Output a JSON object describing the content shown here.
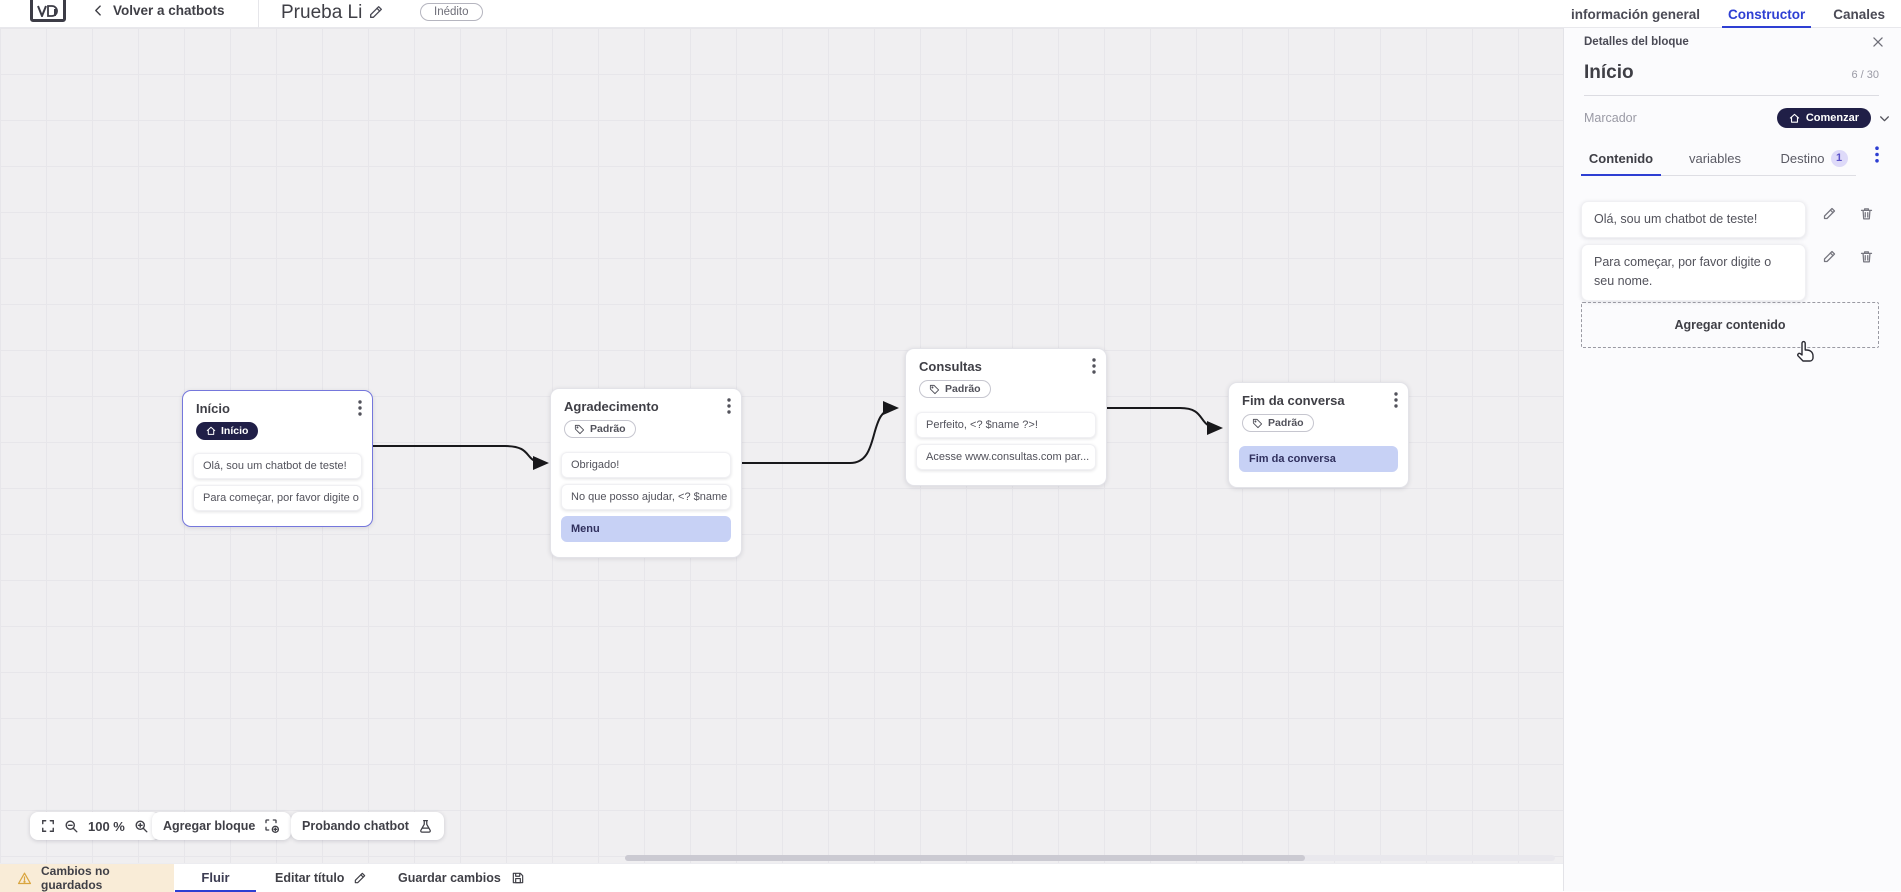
{
  "topbar": {
    "back_label": "Volver a chatbots",
    "flow_title": "Prueba Li",
    "status_badge": "Inédito",
    "tabs": {
      "general": "información general",
      "builder": "Constructor",
      "channels": "Canales"
    }
  },
  "canvas": {
    "zoom_level": "100 %",
    "add_block_label": "Agregar bloque",
    "test_chatbot_label": "Probando chatbot",
    "nodes": [
      {
        "title": "Início",
        "badge": "Início",
        "badge_variant": "start",
        "selected": true,
        "rows": [
          {
            "text": "Olá, sou um chatbot de teste!"
          },
          {
            "text": "Para começar, por favor digite o ..."
          }
        ]
      },
      {
        "title": "Agradecimento",
        "badge": "Padrão",
        "badge_variant": "default",
        "rows": [
          {
            "text": "Obrigado!"
          },
          {
            "text": "No que posso ajudar, <? $name ..."
          },
          {
            "text": "Menu",
            "highlight": true
          }
        ]
      },
      {
        "title": "Consultas",
        "badge": "Padrão",
        "badge_variant": "default",
        "rows": [
          {
            "text": "Perfeito, <? $name ?>!"
          },
          {
            "text": "Acesse www.consultas.com par..."
          }
        ]
      },
      {
        "title": "Fim da conversa",
        "badge": "Padrão",
        "badge_variant": "default",
        "rows": [
          {
            "text": "Fim da conversa",
            "highlight": true
          }
        ]
      }
    ]
  },
  "panel": {
    "header": "Detalles del bloque",
    "block_name": "Início",
    "char_counter": "6 / 30",
    "marker_label": "Marcador",
    "marker_value": "Comenzar",
    "tabs": {
      "content": "Contenido",
      "variables": "variables",
      "destination": "Destino",
      "destination_badge": "1"
    },
    "contents": [
      "Olá, sou um chatbot de teste!",
      "Para começar, por favor digite o seu nome."
    ],
    "add_content_label": "Agregar contenido"
  },
  "statusbar": {
    "unsaved_label": "Cambios no guardados",
    "flow_tab": "Fluir",
    "edit_title_label": "Editar título",
    "save_label": "Guardar cambios"
  },
  "colors": {
    "accent_blue": "#2e3fd3",
    "dark_pill": "#201f47",
    "highlight_row": "#c7d1f5",
    "selected_border": "#7577dc",
    "warning": "#d9a53f"
  }
}
